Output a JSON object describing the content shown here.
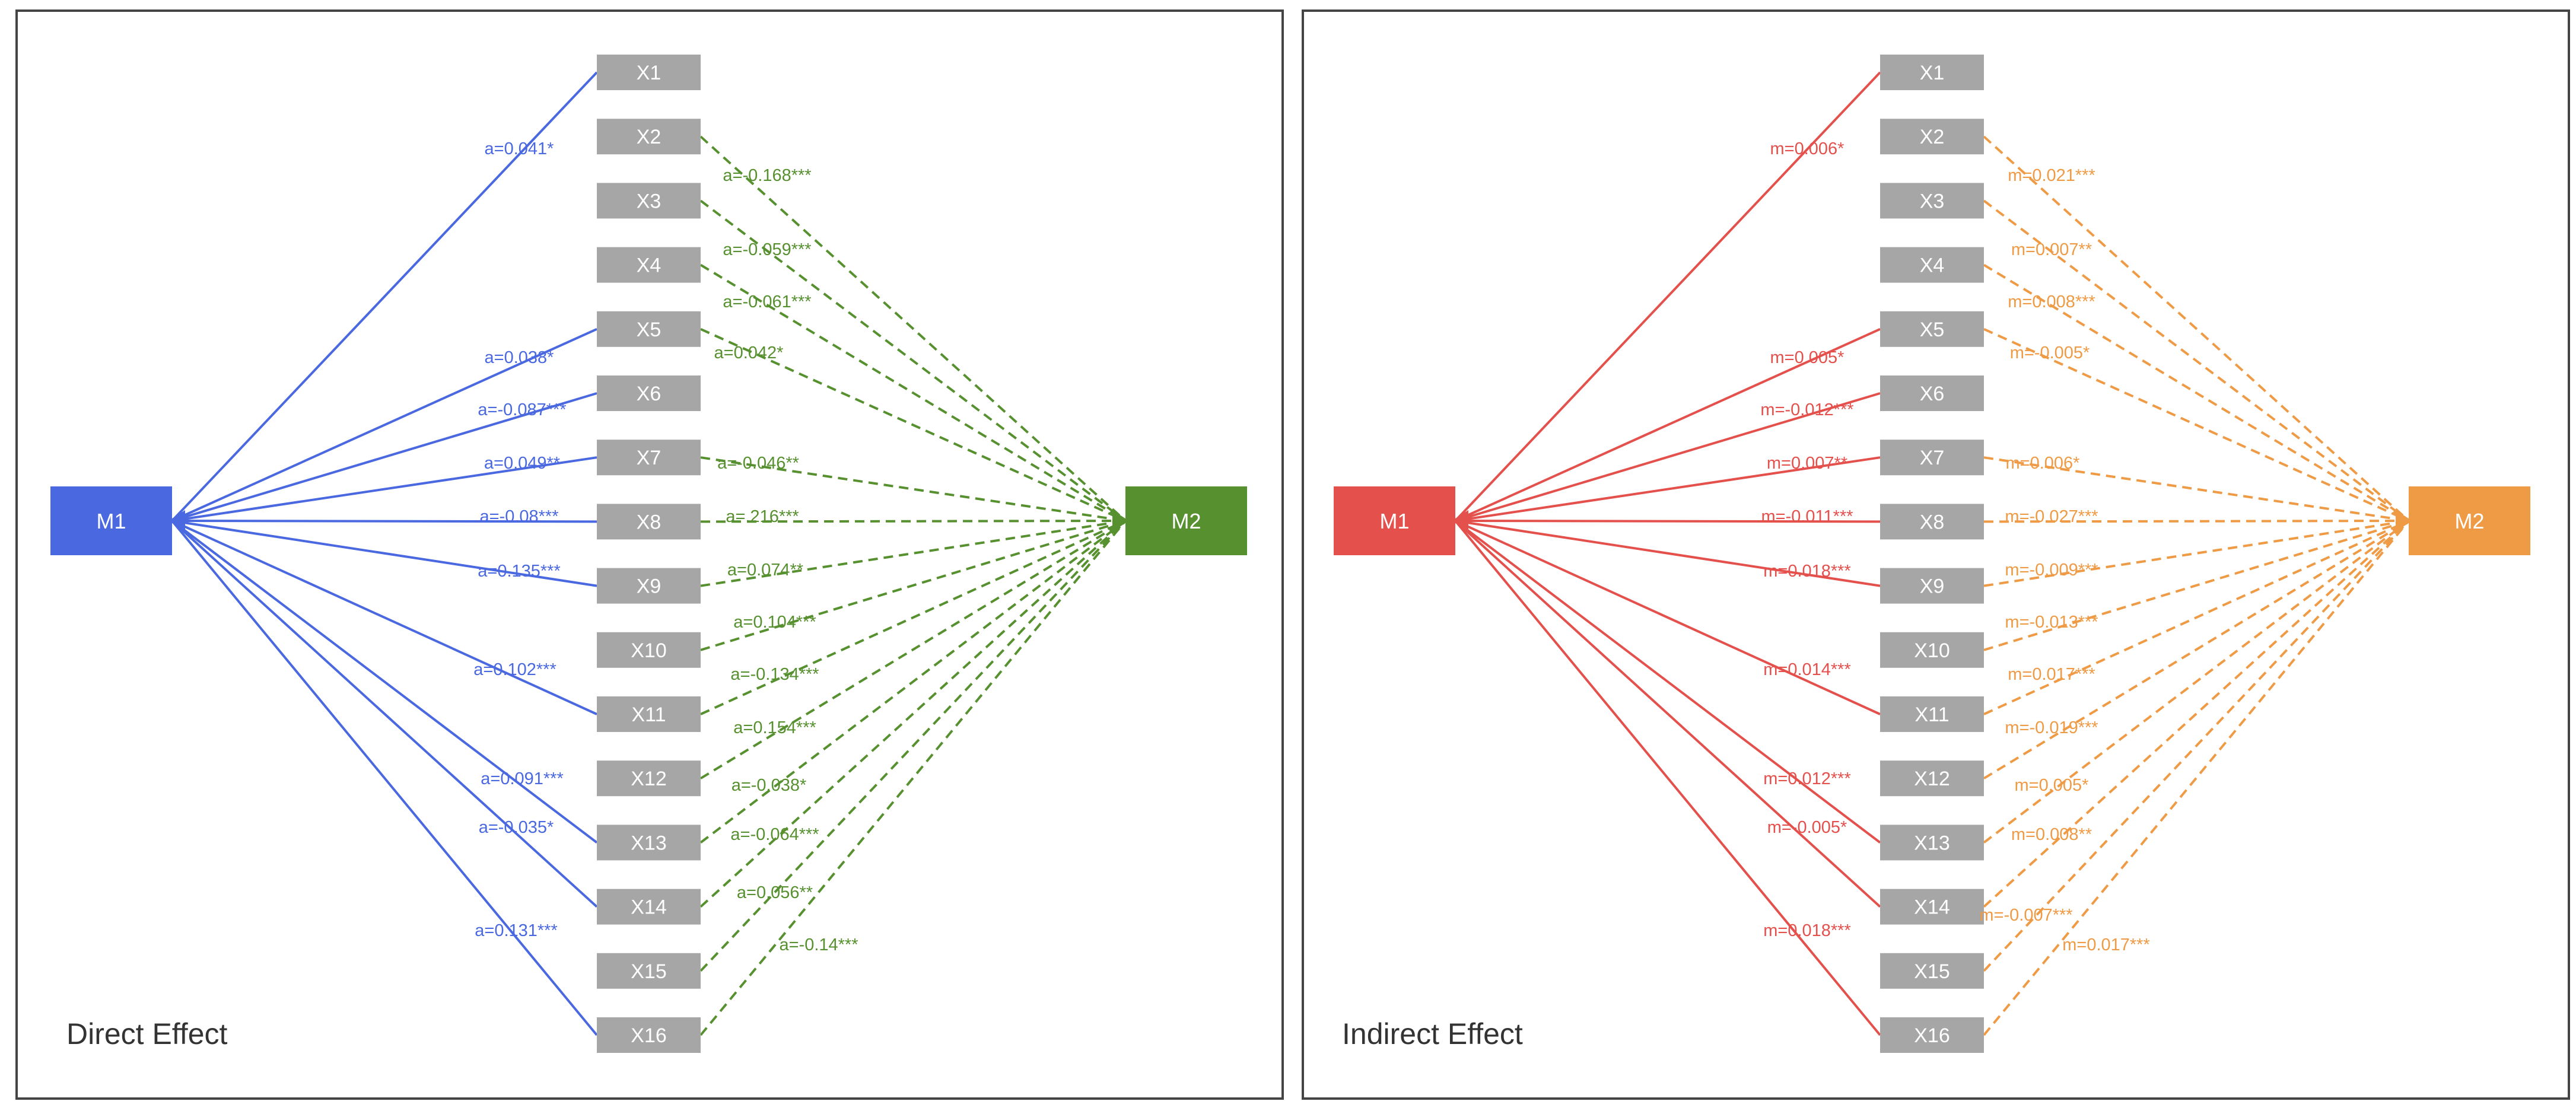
{
  "panels": [
    {
      "title": "Direct Effect",
      "source": "M1",
      "target": "M2",
      "source_color": "#4a68e0",
      "target_color": "#56902f",
      "left_edge_color": "#4a68e0",
      "right_edge_color": "#56902f",
      "mediators": [
        "X1",
        "X2",
        "X3",
        "X4",
        "X5",
        "X6",
        "X7",
        "X8",
        "X9",
        "X10",
        "X11",
        "X12",
        "X13",
        "X14",
        "X15",
        "X16"
      ],
      "left_edges": [
        {
          "to": "X1",
          "label": "a=0.041*"
        },
        {
          "to": "X5",
          "label": "a=0.038*"
        },
        {
          "to": "X6",
          "label": "a=-0.087***"
        },
        {
          "to": "X7",
          "label": "a=0.049**"
        },
        {
          "to": "X8",
          "label": "a=-0.08***"
        },
        {
          "to": "X9",
          "label": "a=0.135***"
        },
        {
          "to": "X11",
          "label": "a=0.102***"
        },
        {
          "to": "X13",
          "label": "a=0.091***"
        },
        {
          "to": "X14",
          "label": "a=-0.035*"
        },
        {
          "to": "X16",
          "label": "a=0.131***"
        }
      ],
      "right_edges": [
        {
          "from": "X2",
          "label": "a=-0.168***"
        },
        {
          "from": "X3",
          "label": "a=-0.059***"
        },
        {
          "from": "X4",
          "label": "a=-0.061***"
        },
        {
          "from": "X5",
          "label": "a=0.042*"
        },
        {
          "from": "X7",
          "label": "a=-0.046**"
        },
        {
          "from": "X8",
          "label": "a=.216***"
        },
        {
          "from": "X9",
          "label": "a=0.074**"
        },
        {
          "from": "X10",
          "label": "a=0.104***"
        },
        {
          "from": "X11",
          "label": "a=-0.134***"
        },
        {
          "from": "X12",
          "label": "a=0.154***"
        },
        {
          "from": "X13",
          "label": "a=-0.038*"
        },
        {
          "from": "X14",
          "label": "a=-0.064***"
        },
        {
          "from": "X15",
          "label": "a=0.056**"
        },
        {
          "from": "X16",
          "label": "a=-0.14***"
        }
      ]
    },
    {
      "title": "Indirect Effect",
      "source": "M1",
      "target": "M2",
      "source_color": "#e4504c",
      "target_color": "#ef9a45",
      "left_edge_color": "#e4504c",
      "right_edge_color": "#ef9a45",
      "mediators": [
        "X1",
        "X2",
        "X3",
        "X4",
        "X5",
        "X6",
        "X7",
        "X8",
        "X9",
        "X10",
        "X11",
        "X12",
        "X13",
        "X14",
        "X15",
        "X16"
      ],
      "left_edges": [
        {
          "to": "X1",
          "label": "m=0.006*"
        },
        {
          "to": "X5",
          "label": "m=0.005*"
        },
        {
          "to": "X6",
          "label": "m=-0.012***"
        },
        {
          "to": "X7",
          "label": "m=0.007**"
        },
        {
          "to": "X8",
          "label": "m=-0.011***"
        },
        {
          "to": "X9",
          "label": "m=0.018***"
        },
        {
          "to": "X11",
          "label": "m=0.014***"
        },
        {
          "to": "X13",
          "label": "m=0.012***"
        },
        {
          "to": "X14",
          "label": "m=-0.005*"
        },
        {
          "to": "X16",
          "label": "m=0.018***"
        }
      ],
      "right_edges": [
        {
          "from": "X2",
          "label": "m=0.021***"
        },
        {
          "from": "X3",
          "label": "m=0.007**"
        },
        {
          "from": "X4",
          "label": "m=0.008***"
        },
        {
          "from": "X5",
          "label": "m=-0.005*"
        },
        {
          "from": "X7",
          "label": "m=0.006*"
        },
        {
          "from": "X8",
          "label": "m=-0.027***"
        },
        {
          "from": "X9",
          "label": "m=-0.009***"
        },
        {
          "from": "X10",
          "label": "m=-0.013***"
        },
        {
          "from": "X11",
          "label": "m=0.017***"
        },
        {
          "from": "X12",
          "label": "m=-0.019***"
        },
        {
          "from": "X13",
          "label": "m=0.005*"
        },
        {
          "from": "X14",
          "label": "m=0.008**"
        },
        {
          "from": "X15",
          "label": "m=-0.007***"
        },
        {
          "from": "X16",
          "label": "m=0.017***"
        }
      ]
    }
  ],
  "colors": {
    "mediator_box": "#a6a6a6",
    "frame": "#444444"
  }
}
